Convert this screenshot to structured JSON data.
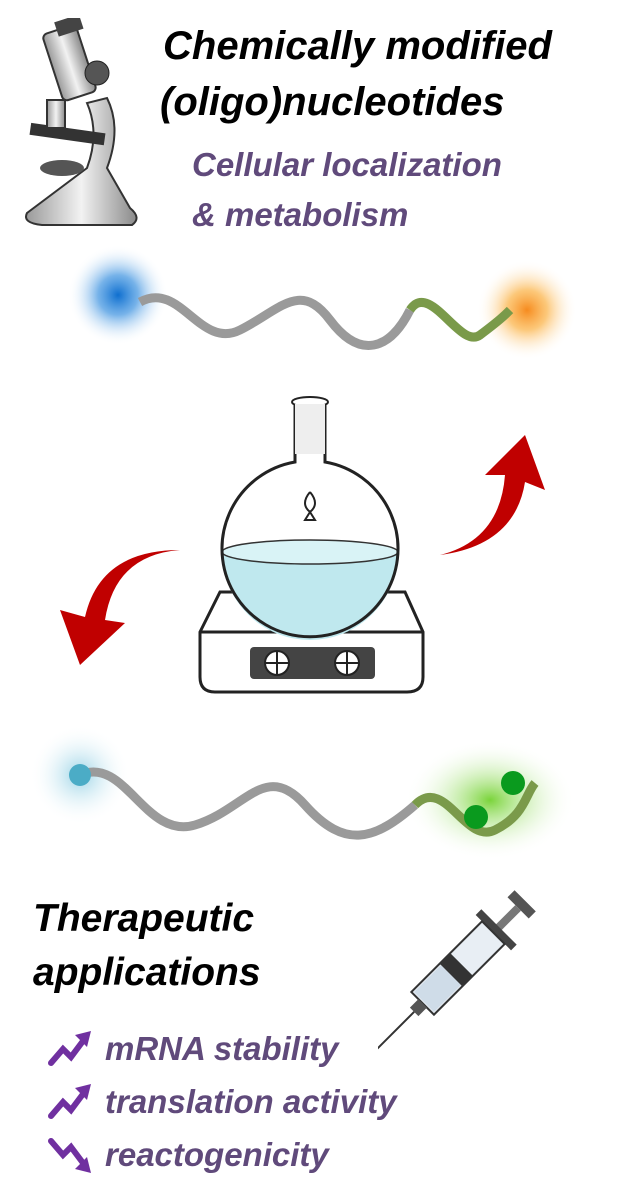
{
  "header": {
    "title_line1": "Chemically modified",
    "title_line2": "(oligo)nucleotides",
    "subtitle_line1": "Cellular localization",
    "subtitle_line2": "& metabolism"
  },
  "footer": {
    "title_line1": "Therapeutic",
    "title_line2": "applications",
    "items": [
      {
        "label": "mRNA stability",
        "trend": "up"
      },
      {
        "label": "translation activity",
        "trend": "up"
      },
      {
        "label": "reactogenicity",
        "trend": "down"
      }
    ]
  },
  "colors": {
    "purple_text": "#604a7b",
    "trend_icon": "#7030a0",
    "arrow_red": "#c00000",
    "blue_glow": "#1f78d1",
    "orange_glow": "#f7941d",
    "green_dot": "#0a9a1e",
    "teal_dot": "#4bacc6"
  }
}
